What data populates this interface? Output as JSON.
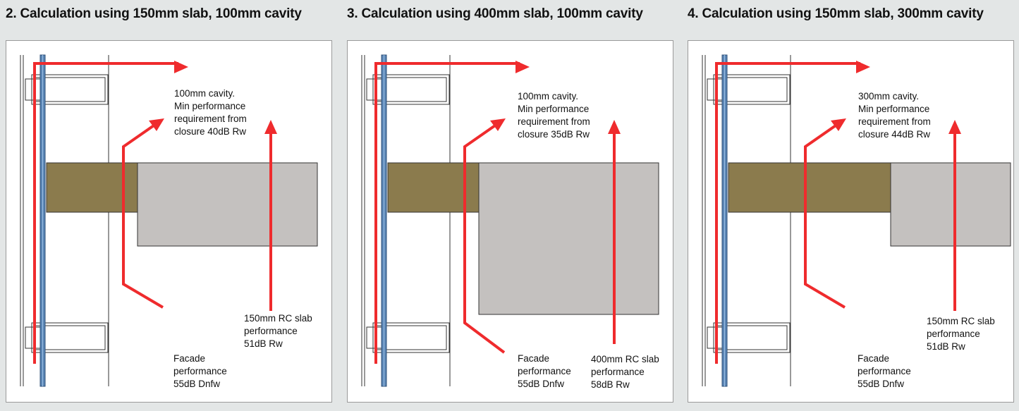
{
  "colors": {
    "background": "#e3e6e6",
    "arrow": "#ef2b2d",
    "insulation": "#8b7b4d",
    "concrete": "#c4c1bf",
    "glass": "#5b86b5",
    "line": "#333333"
  },
  "panels": [
    {
      "title": "2. Calculation using 150mm slab, 100mm cavity",
      "cavity_label": [
        "100mm cavity.",
        "Min performance",
        "requirement from",
        "closure 40dB Rw"
      ],
      "slab_label": [
        "150mm RC slab",
        "performance",
        "51dB Rw"
      ],
      "facade_label": [
        "Facade",
        "performance",
        "55dB Dnfw"
      ]
    },
    {
      "title": "3. Calculation using 400mm slab, 100mm cavity",
      "cavity_label": [
        "100mm cavity.",
        "Min performance",
        "requirement from",
        "closure 35dB Rw"
      ],
      "slab_label": [
        "400mm RC slab",
        "performance",
        "58dB Rw"
      ],
      "facade_label": [
        "Facade",
        "performance",
        "55dB Dnfw"
      ]
    },
    {
      "title": "4. Calculation using 150mm slab, 300mm cavity",
      "cavity_label": [
        "300mm cavity.",
        "Min performance",
        "requirement from",
        "closure 44dB Rw"
      ],
      "slab_label": [
        "150mm RC slab",
        "performance",
        "51dB Rw"
      ],
      "facade_label": [
        "Facade",
        "performance",
        "55dB Dnfw"
      ]
    }
  ]
}
